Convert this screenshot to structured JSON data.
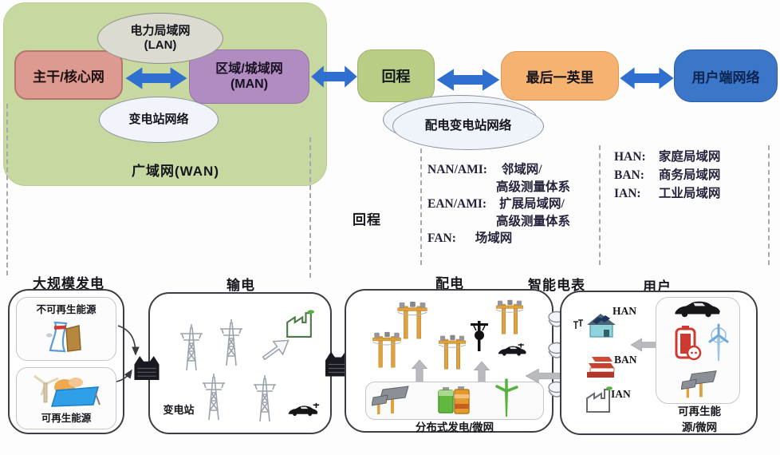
{
  "colors": {
    "wan_bg": "#c7d8a1",
    "backhaul_bg": "#b9cd85",
    "core_bg": "#dd9a90",
    "man_bg": "#b18cc0",
    "lastmile_bg": "#f6b271",
    "customer_bg": "#3b76c9",
    "arrow_blue": "#2e6fd0",
    "gray_arrow": "#b9babd",
    "lan_ellipse_bg": "#dcdbd1",
    "white_ellipse_bg": "#eff3fa"
  },
  "top": {
    "wan_label": "广域网(WAN)",
    "core": "主干/核心网",
    "lan1": "电力局域网",
    "lan2": "(LAN)",
    "man1": "区域/城域网",
    "man2": "(MAN)",
    "substation_net": "变电站网络",
    "backhaul": "回程",
    "dist_substation_net": "配电变电站网络",
    "last_mile": "最后一英里",
    "customer_net": "用户端网络"
  },
  "legend": {
    "backhaul": "回程",
    "col1": [
      {
        "abbr": "NAN/AMI:",
        "name": "邻域网/",
        "name2": "高级测量体系"
      },
      {
        "abbr": "EAN/AMI:",
        "name": "扩展局域网/",
        "name2": "高级测量体系"
      },
      {
        "abbr": "FAN:",
        "name": "场域网"
      }
    ],
    "col2": [
      {
        "abbr": "HAN:",
        "name": "家庭局域网"
      },
      {
        "abbr": "BAN:",
        "name": "商务局域网"
      },
      {
        "abbr": "IAN:",
        "name": "工业局域网"
      }
    ]
  },
  "bottom": {
    "generation": {
      "label": "大规模发电",
      "nonrenewable": "不可再生能源",
      "renewable": "可再生能源"
    },
    "transmission": {
      "label": "输电",
      "substation": "变电站"
    },
    "distribution": {
      "label": "配电",
      "microgrid": "分布式发电/微网"
    },
    "meter": {
      "label": "智能电表"
    },
    "user": {
      "label": "用户",
      "han": "HAN",
      "ban": "BAN",
      "ian": "IAN",
      "renew1": "可再生能",
      "renew2": "源/微网"
    }
  }
}
